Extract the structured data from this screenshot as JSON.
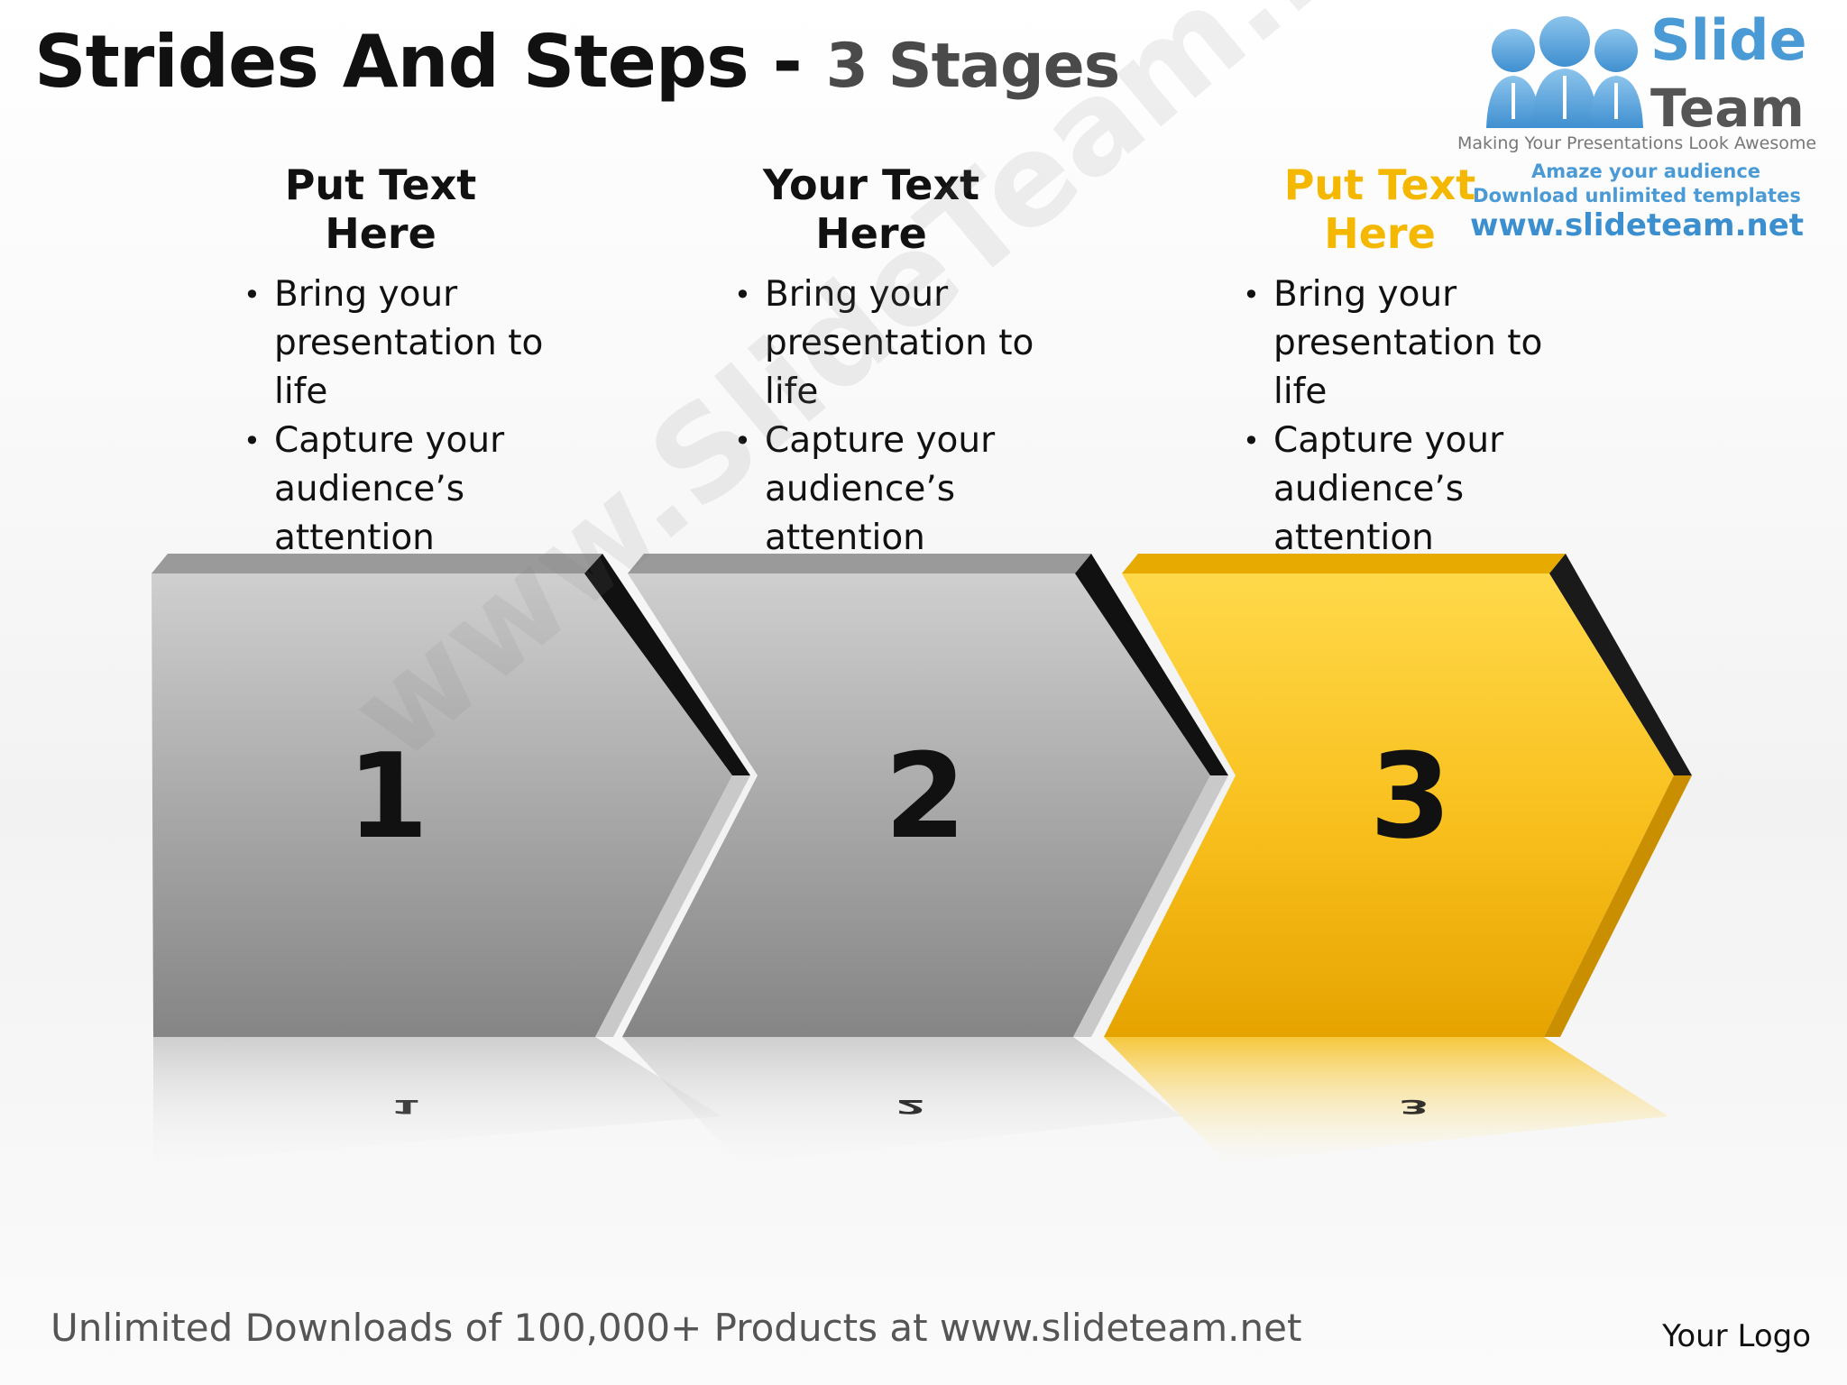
{
  "title": {
    "main": "Strides And Steps - ",
    "sub": "3 Stages"
  },
  "logo": {
    "brand_line1": "Slide",
    "brand_line2": "Team",
    "tagline": "Making Your Presentations Look Awesome",
    "amaze": "Amaze your audience",
    "download": "Download unlimited templates",
    "url": "www.slideteam.net"
  },
  "columns": [
    {
      "heading": "Put Text Here",
      "bullets": [
        "Bring your presentation to life",
        "Capture your audience’s attention"
      ]
    },
    {
      "heading": "Your Text Here",
      "bullets": [
        "Bring your presentation to life",
        "Capture your audience’s attention"
      ]
    },
    {
      "heading": "Put Text Here",
      "bullets": [
        "Bring your presentation to life",
        "Capture your audience’s attention"
      ]
    }
  ],
  "stages": [
    {
      "number": "1",
      "color": "#a8a8a8"
    },
    {
      "number": "2",
      "color": "#a8a8a8"
    },
    {
      "number": "3",
      "color": "#f7b916"
    }
  ],
  "colors": {
    "accent": "#f5b800",
    "gray": "#a8a8a8",
    "brand_blue": "#4a9ad6"
  },
  "watermark": "www.SlideTeam.net",
  "footer": "Unlimited Downloads of 100,000+ Products at www.slideteam.net",
  "your_logo": "Your Logo"
}
